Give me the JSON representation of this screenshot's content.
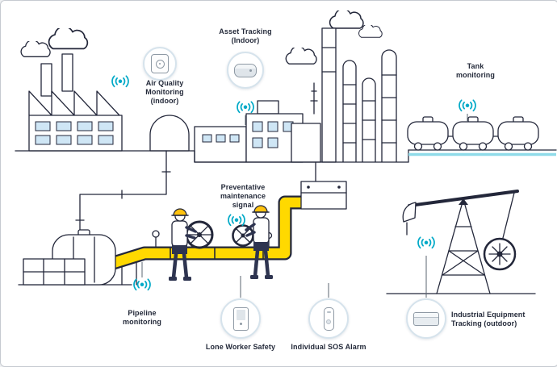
{
  "colors": {
    "accent": "#00a9c7",
    "accent_light": "#8fdbe9",
    "line": "#23273a",
    "pipeline_yellow": "#ffd900",
    "window_blue": "#cfe6f5",
    "helmet_yellow": "#ffc20e"
  },
  "callouts": {
    "air_quality": {
      "label": "Air Quality\nMonitoring\n(indoor)"
    },
    "asset_tracking": {
      "label": "Asset Tracking\n(Indoor)"
    },
    "tank_monitoring": {
      "label": "Tank\nmonitoring"
    },
    "preventative_maintenance": {
      "label": "Preventative\nmaintenance\nsignal"
    },
    "pipeline_monitoring": {
      "label": "Pipeline\nmonitoring"
    },
    "lone_worker_safety": {
      "label": "Lone Worker Safety"
    },
    "individual_sos_alarm": {
      "label": "Individual SOS Alarm"
    },
    "industrial_equipment_tracking": {
      "label": "Industrial Equipment\nTracking (outdoor)"
    }
  }
}
